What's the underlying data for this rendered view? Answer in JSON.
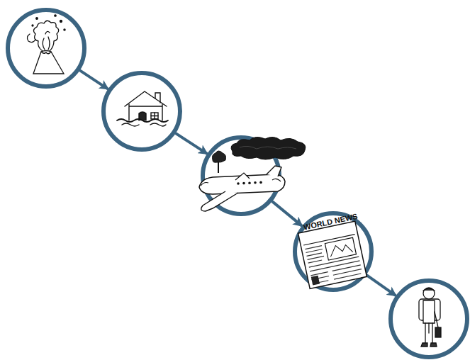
{
  "diagram": {
    "nodes": [
      {
        "text": []
      },
      {
        "text": []
      },
      {
        "text": []
      },
      {
        "text": [
          "WORLD NEWS"
        ]
      },
      {
        "text": []
      }
    ],
    "edges": [
      {
        "from": 0,
        "to": 1,
        "arrow": "to"
      },
      {
        "from": 1,
        "to": 2,
        "arrow": "to"
      },
      {
        "from": 2,
        "to": 3,
        "arrow": "to"
      },
      {
        "from": 3,
        "to": 4,
        "arrow": "to"
      }
    ]
  }
}
